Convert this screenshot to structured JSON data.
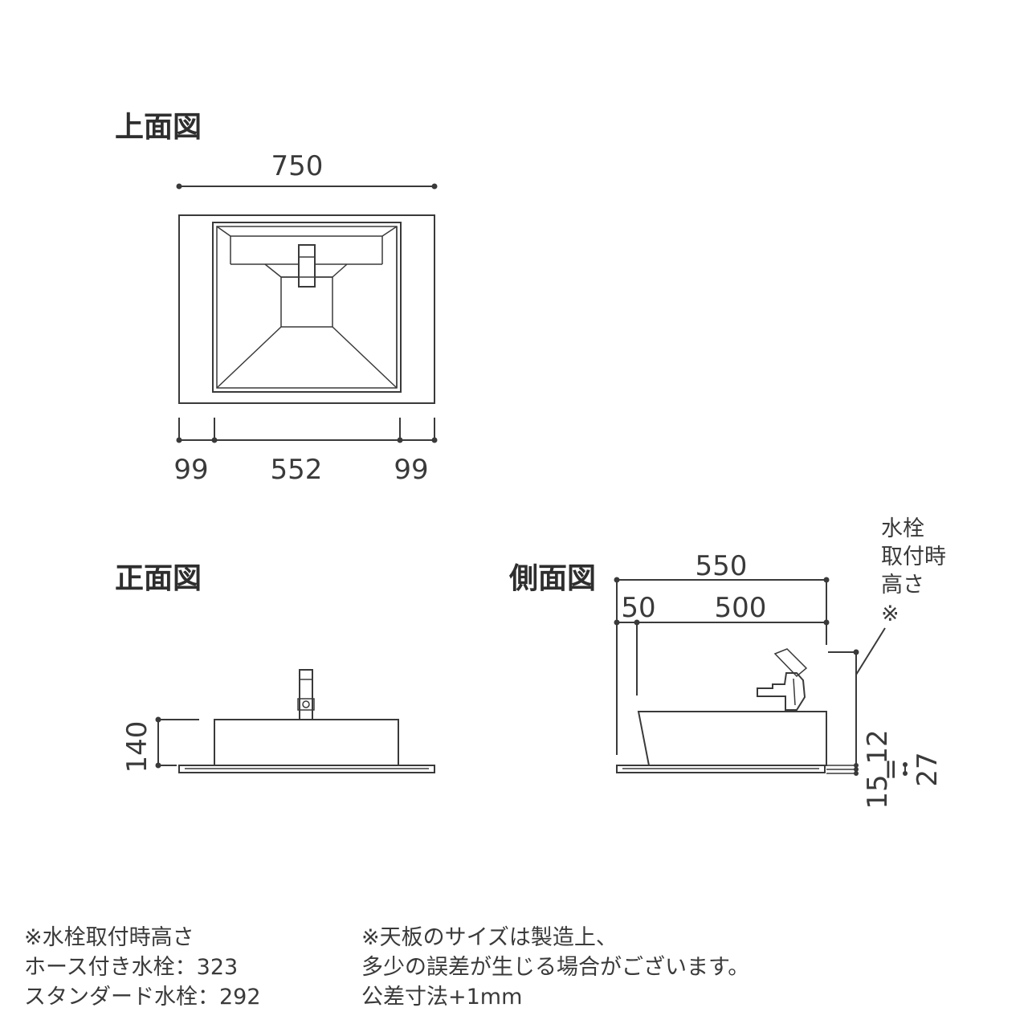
{
  "views": {
    "top_title": "上面図",
    "front_title": "正面図",
    "side_title": "側面図"
  },
  "top_dims": {
    "overall": "750",
    "left": "99",
    "center": "552",
    "right": "99"
  },
  "front_dims": {
    "height": "140"
  },
  "side_dims": {
    "overall": "550",
    "offset": "50",
    "basin": "500",
    "d12": "12",
    "d15": "15",
    "d27": "27",
    "eq": "="
  },
  "faucet_label": [
    "水栓",
    "取付時",
    "高さ",
    "※"
  ],
  "notes_left": [
    "※水栓取付時高さ",
    "ホース付き水栓：323",
    "スタンダード水栓：292"
  ],
  "notes_right": [
    "※天板のサイズは製造上、",
    "多少の誤差が生じる場合がございます。",
    "公差寸法+1mm"
  ]
}
